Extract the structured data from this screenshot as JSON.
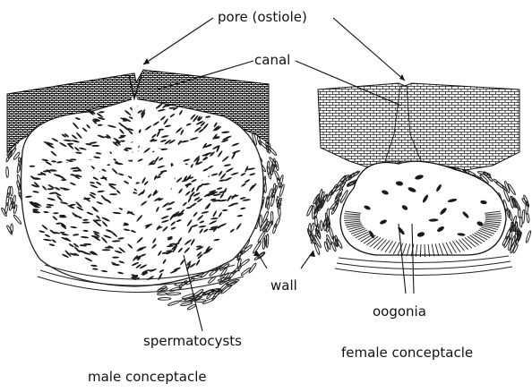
{
  "labels": {
    "pore": "pore (ostiole)",
    "canal": "canal",
    "wall": "wall",
    "oogonia": "oogonia",
    "spermatocysts": "spermatocysts",
    "male": "male conceptacle",
    "female": "female conceptacle"
  },
  "colors": {
    "ink": "#1a1a1a",
    "paper": "#ffffff"
  }
}
